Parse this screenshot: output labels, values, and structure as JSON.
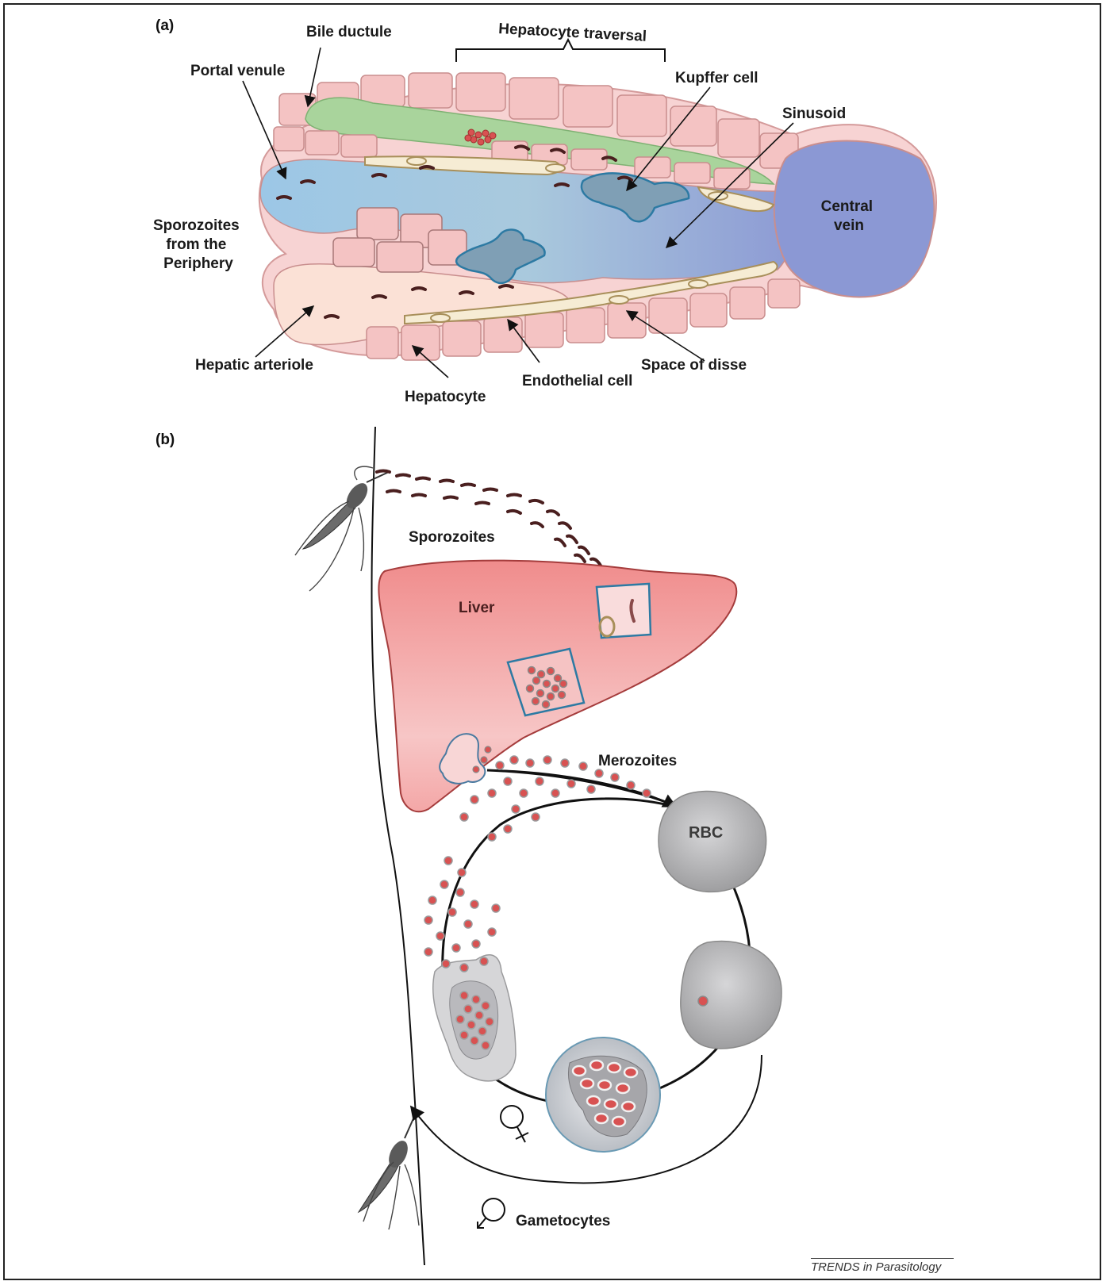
{
  "panels": {
    "a": "(a)",
    "b": "(b)"
  },
  "labels_a": {
    "bile_ductule": "Bile ductule",
    "hepatocyte_traversal": "Hepatocyte traversal",
    "portal_venule": "Portal venule",
    "kupffer_cell": "Kupffer cell",
    "sinusoid": "Sinusoid",
    "central_vein": [
      "Central",
      "vein"
    ],
    "sporozoites_periphery": [
      "Sporozoites",
      "from the",
      "Periphery"
    ],
    "hepatic_arteriole": "Hepatic arteriole",
    "endothelial_cell": "Endothelial cell",
    "space_of_disse": "Space of disse",
    "hepatocyte": "Hepatocyte"
  },
  "labels_b": {
    "sporozoites": "Sporozoites",
    "liver": "Liver",
    "merozoites": "Merozoites",
    "rbc": "RBC",
    "gametocytes": "Gametocytes"
  },
  "credit": "TRENDS in Parasitology",
  "colors": {
    "hepatocyte_pink": "#f4c3c3",
    "bile_green": "#a9d49c",
    "sinusoid_blue": "#9cc4e0",
    "central_vein": "#8b98d4",
    "arteriole": "#fbe1d6",
    "liver_fill": "#f29a9a",
    "rbc_gray": "#b9b9bb",
    "parasite_red": "#d85252"
  }
}
